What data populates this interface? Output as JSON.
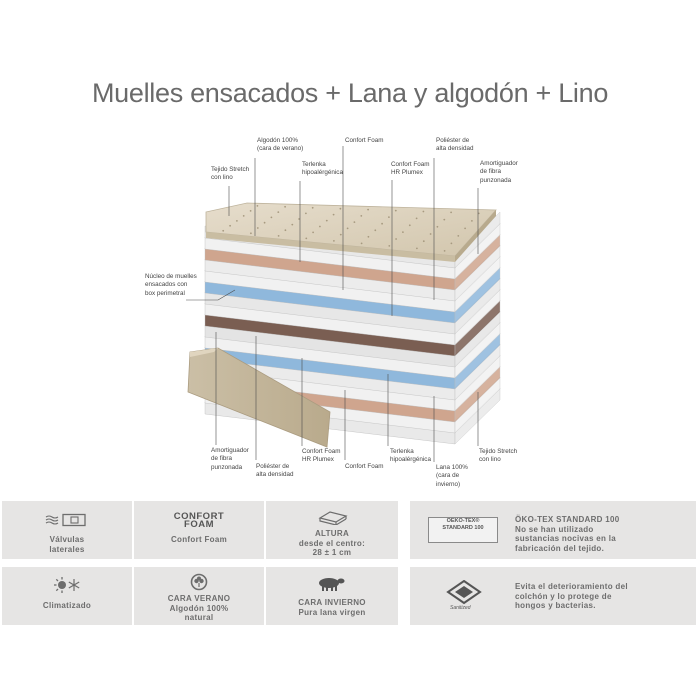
{
  "title": "Muelles ensacados + Lana y algodón + Lino",
  "labels": {
    "algodon_top": [
      "Algodón 100%",
      "(cara de verano)"
    ],
    "confort_top": [
      "Confort Foam"
    ],
    "poliester_top": [
      "Poliéster de",
      "alta densidad"
    ],
    "tejido_top": [
      "Tejido Stretch",
      "con lino"
    ],
    "terlenka_top": [
      "Terlenka",
      "hipoalérgénica"
    ],
    "confort_hr_top": [
      "Confort Foam",
      "HR Plumex"
    ],
    "amortiguador_top": [
      "Amortiguador",
      "de fibra",
      "punzonada"
    ],
    "nucleo": [
      "Núcleo de muelles",
      "ensacados con",
      "box perimetral"
    ],
    "amortiguador_bot": [
      "Amortiguador",
      "de fibra",
      "punzonada"
    ],
    "poliester_bot": [
      "Poliéster de",
      "alta densidad"
    ],
    "confort_hr_bot": [
      "Confort Foam",
      "HR Plumex"
    ],
    "confort_bot": [
      "Confort Foam"
    ],
    "terlenka_bot": [
      "Terlenka",
      "hipoalérgénica"
    ],
    "lana_bot": [
      "Lana 100%",
      "(cara de",
      "invierno)"
    ],
    "tejido_bot": [
      "Tejido Stretch",
      "con lino"
    ]
  },
  "features": {
    "valvulas": [
      "Válvulas",
      "laterales"
    ],
    "confort_logo": [
      "CONFORT",
      "FOAM"
    ],
    "confort_text": "Confort Foam",
    "altura": [
      "ALTURA",
      "desde el centro:",
      "28 ± 1 cm"
    ],
    "oeko_logo": [
      "OEKO-TEX®",
      "STANDARD 100"
    ],
    "oeko_text": [
      "ÖKO-TEX STANDARD 100",
      "No se han utilizado",
      "sustancias nocivas en la",
      "fabricación del tejido."
    ],
    "climatizado": "Climatizado",
    "cara_verano": [
      "CARA VERANO",
      "Algodón 100%",
      "natural"
    ],
    "cara_invierno": [
      "CARA INVIERNO",
      "Pura lana virgen"
    ],
    "sanitized_logo": "Sanitized",
    "sanitized_text": [
      "Evita el deterioramiento del",
      "colchón y lo protege de",
      "hongos y bacterias."
    ]
  },
  "colors": {
    "tile_bg": "#e6e5e4",
    "blue_layer": "#8fb8dc",
    "pink_layer": "#cfa58e",
    "white_layer": "#f1f1f1",
    "brown_layer": "#7a5e52",
    "fabric": "#ddd4c0"
  }
}
